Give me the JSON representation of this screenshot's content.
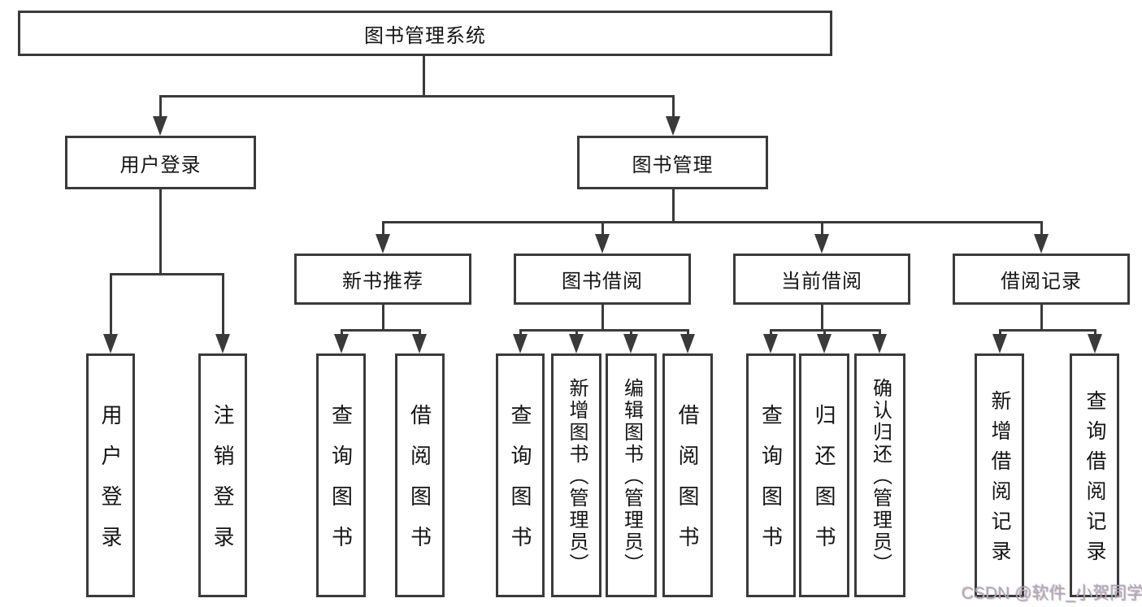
{
  "diagram": {
    "root": {
      "label": "图书管理系统"
    },
    "level2": {
      "user_login": {
        "label": "用户登录"
      },
      "book_mgmt": {
        "label": "图书管理"
      }
    },
    "level3": {
      "new_books": {
        "label": "新书推荐"
      },
      "book_borrow": {
        "label": "图书借阅"
      },
      "current_borrow": {
        "label": "当前借阅"
      },
      "borrow_records": {
        "label": "借阅记录"
      }
    },
    "leaves": {
      "user_login": [
        "用户登录",
        "注销登录"
      ],
      "new_books": [
        "查询图书",
        "借阅图书"
      ],
      "book_borrow": [
        "查询图书",
        "新增图书（管理员）",
        "编辑图书（管理员）",
        "借阅图书"
      ],
      "current_borrow": [
        "查询图书",
        "归还图书",
        "确认归还（管理员）"
      ],
      "borrow_records": [
        "新增借阅记录",
        "查询借阅记录"
      ]
    }
  },
  "watermark": "CSDN @软件_小贺同学",
  "colors": {
    "line": "#3a3a3a",
    "text": "#141414",
    "watermark": "#aaaaae",
    "background": "#ffffff"
  }
}
